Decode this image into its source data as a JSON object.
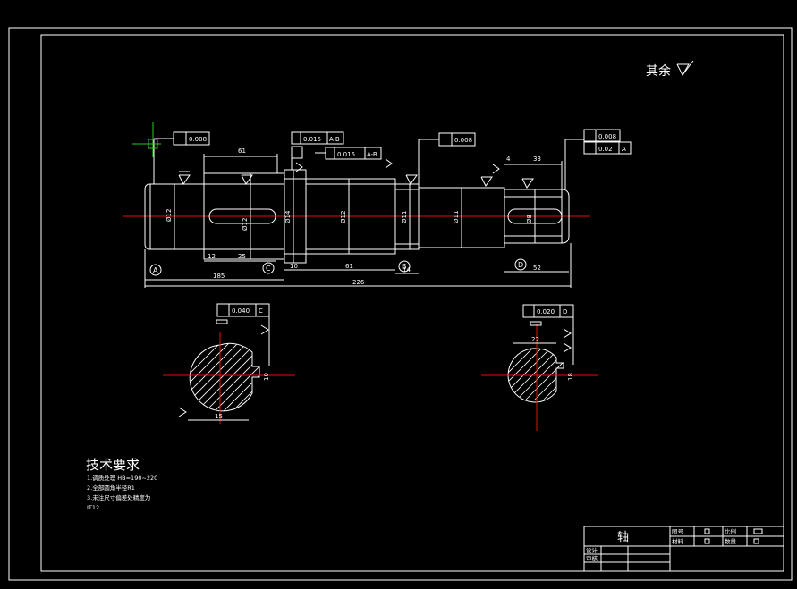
{
  "surface_note": {
    "label": "其余"
  },
  "tolerances": {
    "left_runout": "0.008",
    "left_gear_a": "0.015",
    "left_gear_a_ref": "A-B",
    "mid_bearing_frame": "0.015",
    "mid_bearing_ref": "A-B",
    "mid_runout": "0.008",
    "right_runout_1": "0.008",
    "right_runout_2": "0.02",
    "right_runout_ref": "A",
    "key_left": "0.040",
    "key_left_ref": "C",
    "key_right": "0.020",
    "key_right_ref": "D"
  },
  "dimensions": {
    "top_61": "61",
    "top_33": "33",
    "top_4": "4",
    "d_left": "Ø12",
    "d_key": "Ø12",
    "d_mid1": "Ø14",
    "d_mid2": "Ø12",
    "d_mid3": "Ø11",
    "d_mid4": "Ø11",
    "d_right": "Ø8",
    "len_12": "12",
    "len_25": "25",
    "len_10": "10",
    "len_61": "61",
    "len_14": "14",
    "len_52": "52",
    "len_185": "185",
    "len_226": "226",
    "sec_left_w": "15",
    "sec_left_h": "10",
    "sec_right_w": "22",
    "sec_right_h": "18"
  },
  "datums": {
    "a": "A",
    "b": "B",
    "c": "C",
    "d": "D"
  },
  "requirements": {
    "heading": "技术要求",
    "items": [
      "1.调质处理 HB=190~220",
      "2.全部圆角半径R1",
      "3.未注尺寸偏差处精度为",
      "IT12"
    ]
  },
  "title_block": {
    "part_name": "轴",
    "drawing_no_label": "图号",
    "scale_label": "比例",
    "material_label": "材料",
    "qty_label": "数量",
    "designer_label": "设计",
    "checker_label": "审核"
  }
}
